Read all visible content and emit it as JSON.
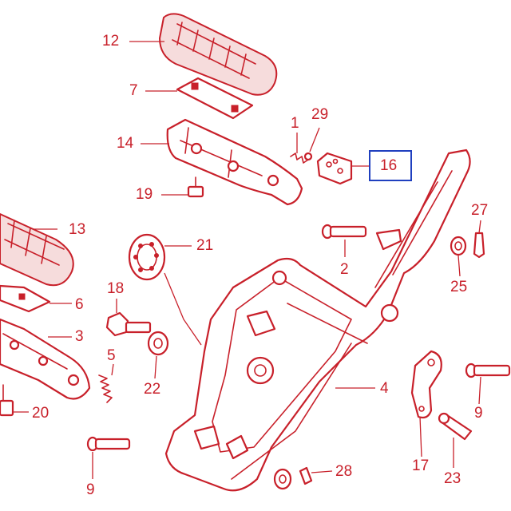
{
  "diagram": {
    "line_color": "#c8202a",
    "highlight_color": "#1f3fbf",
    "highlighted_part": "16",
    "callouts": {
      "c12": "12",
      "c7": "7",
      "c1": "1",
      "c29": "29",
      "c14": "14",
      "c16": "16",
      "c19": "19",
      "c13": "13",
      "c27": "27",
      "c21": "21",
      "c2": "2",
      "c25": "25",
      "c6": "6",
      "c18": "18",
      "c3": "3",
      "c5": "5",
      "c22": "22",
      "c4": "4",
      "c9a": "9",
      "c20": "20",
      "c17": "17",
      "c23": "23",
      "c28": "28",
      "c9b": "9"
    }
  }
}
